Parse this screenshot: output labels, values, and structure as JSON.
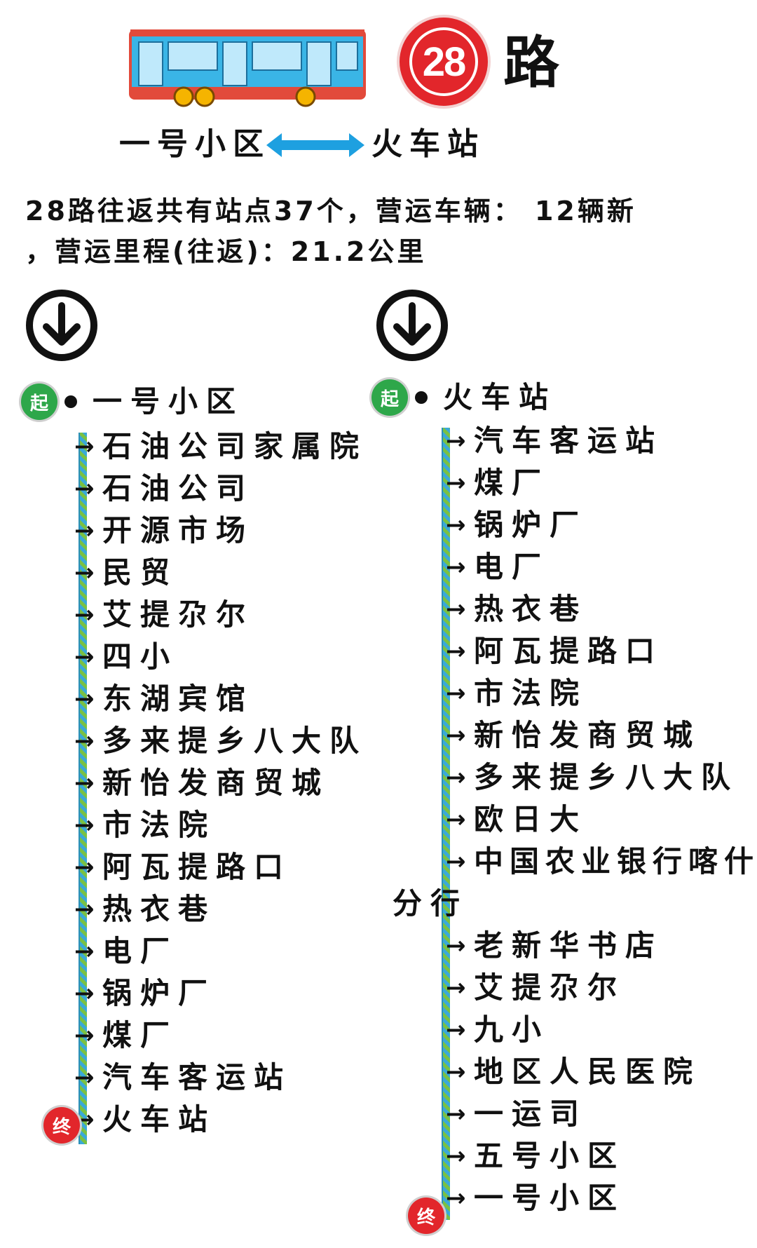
{
  "header": {
    "route_number": "28",
    "route_suffix": "路",
    "endpoint_a": "一号小区",
    "endpoint_b": "火车站",
    "summary_line1": "28路往返共有站点37个，营运车辆： 12辆新",
    "summary_line2": "，营运里程(往返)：21.2公里"
  },
  "colors": {
    "bus_body": "#3ab5e6",
    "bus_stripe": "#e24a3b",
    "badge_red": "#e2262b",
    "badge_green": "#2ea74a",
    "arrow_blue": "#1ea0e0"
  },
  "icons": {
    "bus": "bus-icon",
    "direction": "down-arrow-circle-icon",
    "stop_arrow": "→"
  },
  "outbound": {
    "start_badge": "起",
    "end_badge": "终",
    "start": "一号小区",
    "stops": [
      "石油公司家属院",
      "石油公司",
      "开源市场",
      "民贸",
      "艾提尕尔",
      "四小",
      "东湖宾馆",
      "多来提乡八大队",
      "新怡发商贸城",
      "市法院",
      "阿瓦提路口",
      "热衣巷",
      "电厂",
      "锅炉厂",
      "煤厂",
      "汽车客运站",
      "火车站"
    ]
  },
  "inbound": {
    "start_badge": "起",
    "end_badge": "终",
    "start": "火车站",
    "stops": [
      "汽车客运站",
      "煤厂",
      "锅炉厂",
      "电厂",
      "热衣巷",
      "阿瓦提路口",
      "市法院",
      "新怡发商贸城",
      "多来提乡八大队",
      "欧日大",
      "中国农业银行喀什",
      "老新华书店",
      "艾提尕尔",
      "九小",
      "地区人民医院",
      "一运司",
      "五号小区",
      "一号小区"
    ],
    "wrap_continuation": "分行"
  }
}
